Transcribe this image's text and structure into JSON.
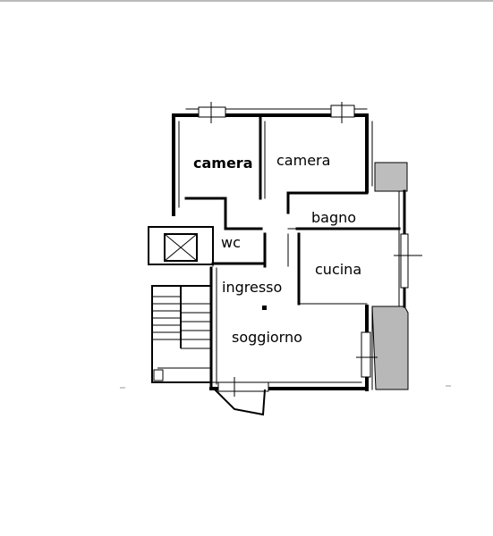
{
  "rooms": {
    "camera_left": "camera",
    "camera_right": "camera",
    "bagno": "bagno",
    "wc": "wc",
    "cucina": "cucina",
    "ingresso": "ingresso",
    "soggiorno": "soggiorno"
  },
  "colors": {
    "wall": "#000000",
    "thin_line": "#333333",
    "balcony_fill": "#bdbdbd",
    "background": "#ffffff"
  }
}
